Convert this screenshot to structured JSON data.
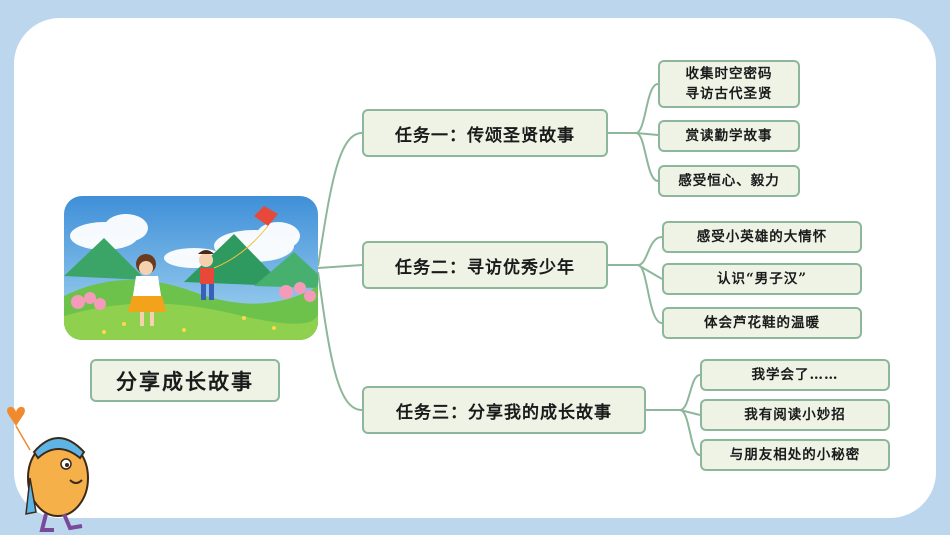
{
  "root": {
    "label": "分享成长故事"
  },
  "branches": [
    {
      "label": "任务一：传颂圣贤故事",
      "children": [
        "收集时空密码\n寻访古代圣贤",
        "赏读勤学故事",
        "感受恒心、毅力"
      ]
    },
    {
      "label": "任务二：寻访优秀少年",
      "children": [
        "感受小英雄的大情怀",
        "认识“男子汉”",
        "体会芦花鞋的温暖"
      ]
    },
    {
      "label": "任务三：分享我的成长故事",
      "children": [
        "我学会了……",
        "我有阅读小妙招",
        "与朋友相处的小秘密"
      ]
    }
  ],
  "colors": {
    "background": "#bcd6ee",
    "card": "#ffffff",
    "node_fill": "#eef3e6",
    "node_border": "#8db79a",
    "connector": "#8db79a"
  }
}
